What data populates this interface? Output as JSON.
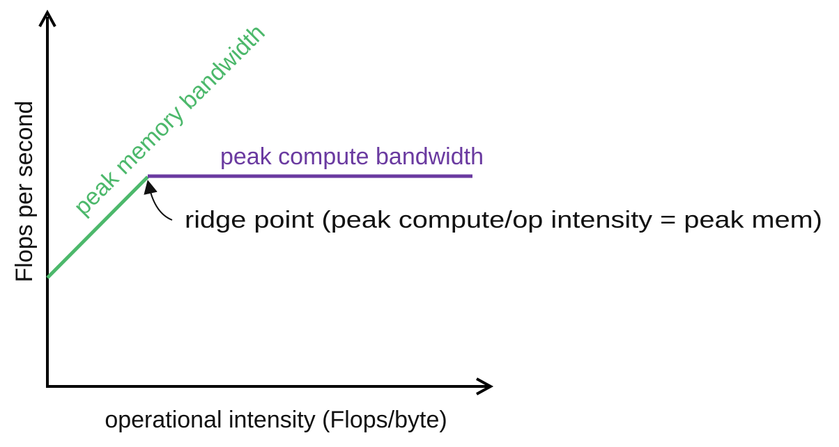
{
  "diagram": {
    "y_axis_label": "Flops per second",
    "x_axis_label": "operational intensity (Flops/byte)",
    "memory_line_label": "peak memory bandwidth",
    "compute_line_label": "peak compute bandwidth",
    "ridge_label": "ridge point (peak compute/op intensity = peak mem)"
  },
  "colors": {
    "memory": "#4cb86b",
    "compute": "#6a3aa0",
    "axis": "#000000",
    "text": "#111111"
  }
}
